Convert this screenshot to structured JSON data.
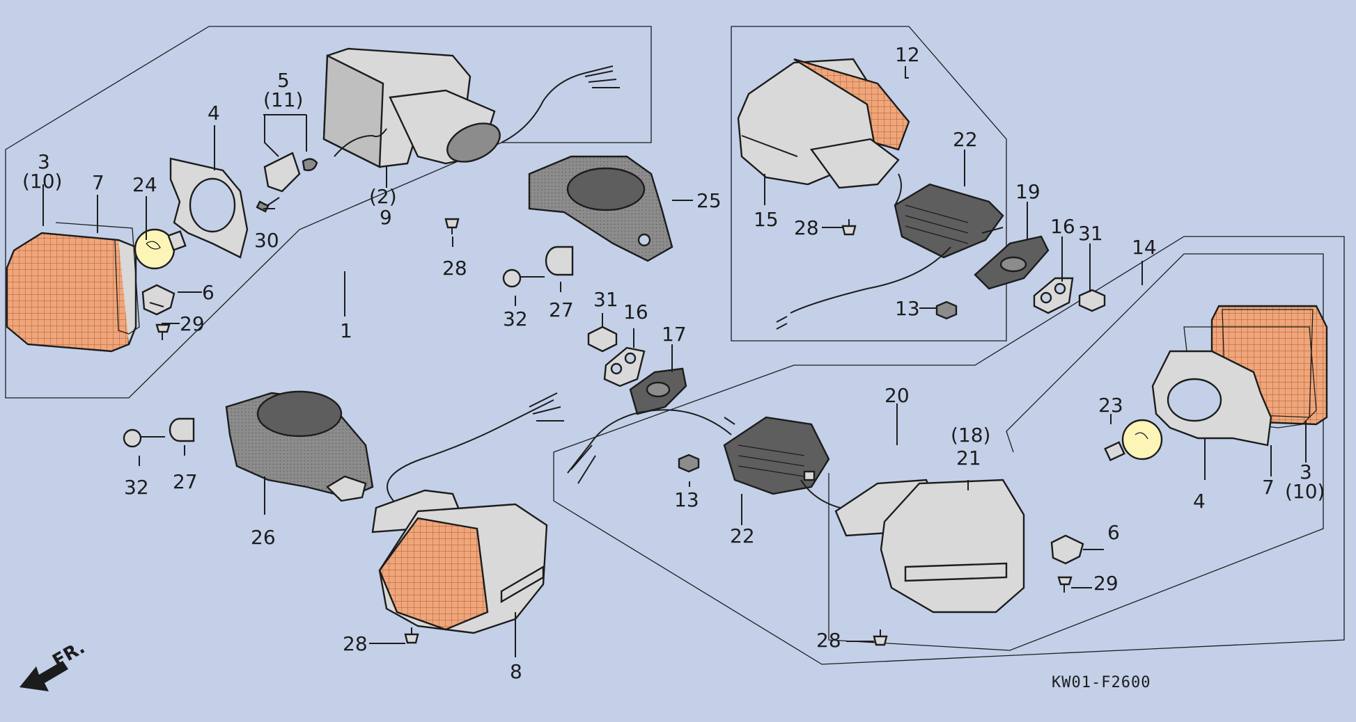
{
  "colors": {
    "background": "#c3d0e8",
    "housing_gray": "#d9d9d9",
    "dark_gray": "#8c8c8c",
    "lens_amber": "#f0a67a",
    "bulb_yellow": "#fdf5b8",
    "line": "#1c1c1c"
  },
  "diagram_code": "KW01-F2600",
  "front_arrow_label": "FR.",
  "labels": {
    "p1": "1",
    "p2": "(2)",
    "p9": "9",
    "p3a": "3",
    "p10a": "(10)",
    "p7a": "7",
    "p24": "24",
    "p4a": "4",
    "p5": "5",
    "p11": "(11)",
    "p30": "30",
    "p6a": "6",
    "p29a": "29",
    "p28a": "28",
    "p25": "25",
    "p32a": "32",
    "p27a": "27",
    "p31a": "31",
    "p16a": "16",
    "p17": "17",
    "p32b": "32",
    "p27b": "27",
    "p26": "26",
    "p28b": "28",
    "p8": "8",
    "p12": "12",
    "p22a": "22",
    "p15": "15",
    "p28c": "28",
    "p19": "19",
    "p16b": "16",
    "p31b": "31",
    "p13a": "13",
    "p14": "14",
    "p20": "20",
    "p18": "(18)",
    "p21": "21",
    "p22b": "22",
    "p13b": "13",
    "p23": "23",
    "p3b": "3",
    "p10b": "(10)",
    "p4b": "4",
    "p7b": "7",
    "p6b": "6",
    "p29b": "29",
    "p28d": "28"
  },
  "icons": [
    "bulb-icon",
    "screw-icon",
    "nut-icon",
    "bolt-icon",
    "collar-icon",
    "clip-icon",
    "arrow-icon"
  ]
}
